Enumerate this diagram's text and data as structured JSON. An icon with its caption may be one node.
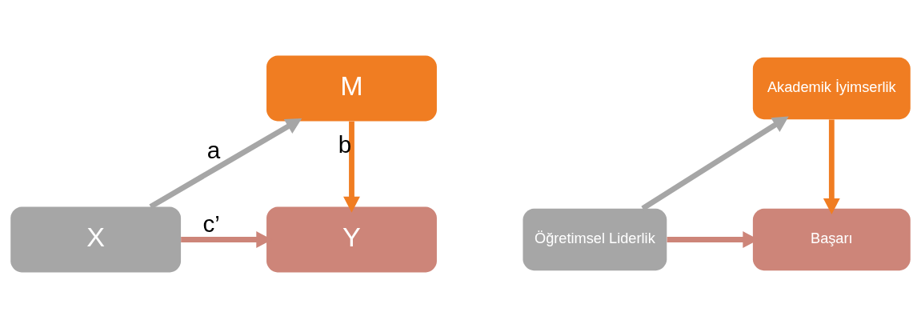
{
  "diagram": {
    "nodes": [
      {
        "text": [
          "M"
        ]
      },
      {
        "text": [
          "X"
        ]
      },
      {
        "text": [
          "Y"
        ]
      },
      {
        "text": [
          "Akademik İyimserlik"
        ]
      },
      {
        "text": [
          "Öğretimsel Liderlik"
        ]
      },
      {
        "text": [
          "Başarı"
        ]
      }
    ],
    "edges": [
      {
        "from": 1,
        "to": 0,
        "arrow": "to",
        "label": "a",
        "color": "#a6a6a6"
      },
      {
        "from": 0,
        "to": 2,
        "arrow": "to",
        "label": "b",
        "color": "#f07d22"
      },
      {
        "from": 1,
        "to": 2,
        "arrow": "to",
        "label": "c’",
        "color": "#cd8579"
      },
      {
        "from": 4,
        "to": 3,
        "arrow": "to",
        "color": "#a6a6a6"
      },
      {
        "from": 3,
        "to": 5,
        "arrow": "to",
        "color": "#f07d22"
      },
      {
        "from": 4,
        "to": 5,
        "arrow": "to",
        "color": "#cd8579"
      }
    ]
  }
}
